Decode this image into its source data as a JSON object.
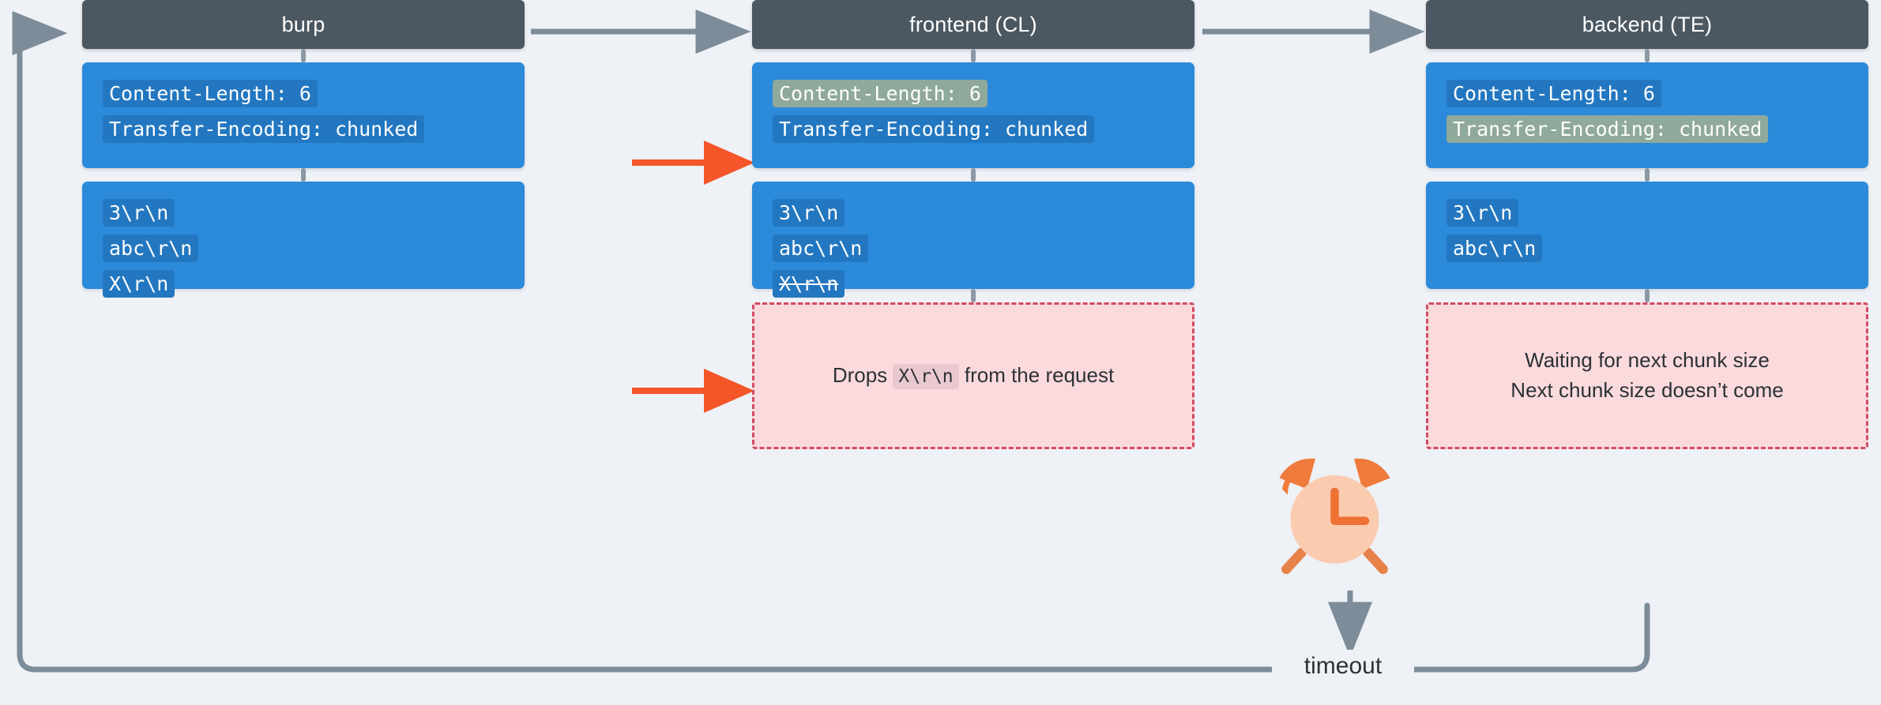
{
  "diagram": {
    "title": "HTTP request smuggling CL.TE timeout flow",
    "background_color": "#eef1f5",
    "node_header_color": "#4b5761",
    "request_box_color": "#2b8ada",
    "code_chip_color": "#2377c0",
    "highlight_color": "#8fa99a",
    "note_fill_color": "#fadadd",
    "note_border_color": "#d24b63",
    "connector_color": "#7d8c99",
    "emphasis_arrow_color": "#f4562a"
  },
  "columns": [
    {
      "id": "burp",
      "header": "burp",
      "headers_box": {
        "lines": [
          {
            "text": "Content-Length: 6",
            "highlight": false,
            "strike": false
          },
          {
            "text": "Transfer-Encoding: chunked",
            "highlight": false,
            "strike": false
          }
        ]
      },
      "body_box": {
        "lines": [
          {
            "text": "3\\r\\n",
            "highlight": false,
            "strike": false
          },
          {
            "text": "abc\\r\\n",
            "highlight": false,
            "strike": false
          },
          {
            "text": "X\\r\\n",
            "highlight": false,
            "strike": false
          }
        ]
      },
      "note": null
    },
    {
      "id": "frontend",
      "header": "frontend (CL)",
      "headers_box": {
        "lines": [
          {
            "text": "Content-Length: 6",
            "highlight": true,
            "strike": false
          },
          {
            "text": "Transfer-Encoding: chunked",
            "highlight": false,
            "strike": false
          }
        ]
      },
      "body_box": {
        "lines": [
          {
            "text": "3\\r\\n",
            "highlight": false,
            "strike": false
          },
          {
            "text": "abc\\r\\n",
            "highlight": false,
            "strike": false
          },
          {
            "text": "X\\r\\n",
            "highlight": false,
            "strike": true
          }
        ]
      },
      "note": {
        "prefix": "Drops ",
        "code": "X\\r\\n",
        "suffix": " from the request",
        "lines": []
      }
    },
    {
      "id": "backend",
      "header": "backend (TE)",
      "headers_box": {
        "lines": [
          {
            "text": "Content-Length: 6",
            "highlight": false,
            "strike": false
          },
          {
            "text": "Transfer-Encoding: chunked",
            "highlight": true,
            "strike": false
          }
        ]
      },
      "body_box": {
        "lines": [
          {
            "text": "3\\r\\n",
            "highlight": false,
            "strike": false
          },
          {
            "text": "abc\\r\\n",
            "highlight": false,
            "strike": false
          }
        ]
      },
      "note": {
        "prefix": "",
        "code": "",
        "suffix": "",
        "lines": [
          "Waiting for next chunk size",
          "Next chunk size doesn’t come"
        ]
      }
    }
  ],
  "labels": {
    "timeout": "timeout"
  },
  "icons": {
    "alarm_clock": "alarm-clock-icon"
  }
}
